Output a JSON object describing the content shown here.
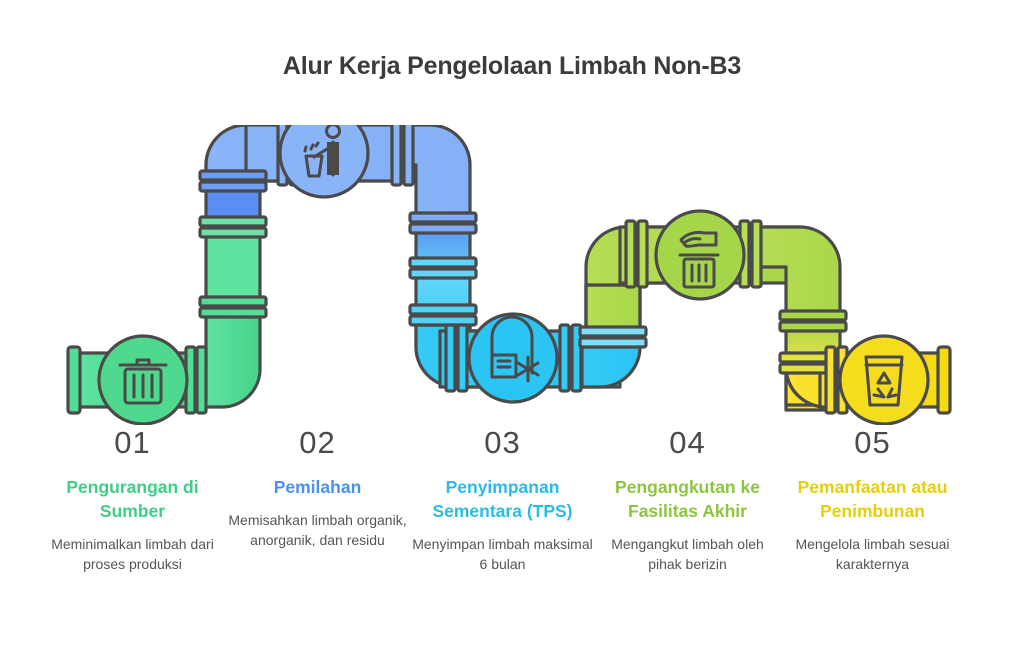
{
  "header": {
    "title": "Alur Kerja Pengelolaan Limbah Non-B3"
  },
  "palette": {
    "green": "#4ED98E",
    "blue": "#6699F4",
    "blue_light": "#8AB4F8",
    "cyan": "#2BC4F3",
    "cyan_light": "#5FD4F7",
    "lime": "#A5D64A",
    "lime_light": "#BFE05E",
    "yellow": "#F5DD1E",
    "outline": "#4a4a4a",
    "number_color": "#4a4a4a",
    "desc_color": "#555555",
    "title_color": "#3b3b3b"
  },
  "steps": [
    {
      "number": "01",
      "title": "Pengurangan di Sumber",
      "description": "Meminimalkan limbah dari proses produksi",
      "color": "#3ECF87",
      "icon": "trash-can-icon"
    },
    {
      "number": "02",
      "title": "Pemilahan",
      "description": "Memisahkan limbah organik, anorganik, dan residu",
      "color": "#4A90F0",
      "icon": "person-throwing-trash-icon"
    },
    {
      "number": "03",
      "title": "Penyimpanan Sementara (TPS)",
      "description": "Menyimpan limbah maksimal 6 bulan",
      "color": "#2BBBE8",
      "icon": "cold-storage-warehouse-icon"
    },
    {
      "number": "04",
      "title": "Pengangkutan ke Fasilitas Akhir",
      "description": "Mengangkut limbah oleh pihak berizin",
      "color": "#8CC63E",
      "icon": "hand-dropping-waste-icon"
    },
    {
      "number": "05",
      "title": "Pemanfaatan atau Penimbunan",
      "description": "Mengelola limbah sesuai karakternya",
      "color": "#E8CE0A",
      "icon": "recycle-bin-icon"
    }
  ]
}
